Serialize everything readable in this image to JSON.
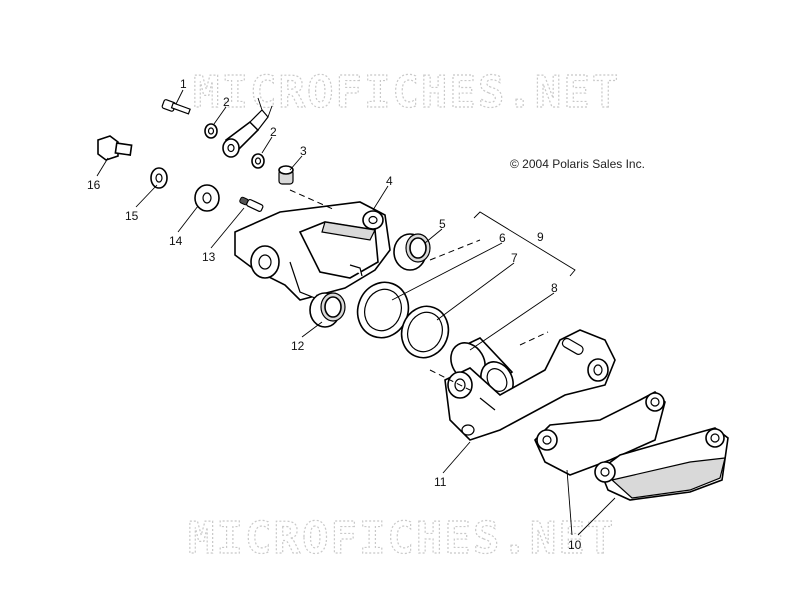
{
  "watermark": {
    "top_text": "MICROFICHES.NET",
    "bottom_text": "MICROFICHES.NET"
  },
  "copyright": "© 2004 Polaris Sales Inc.",
  "callouts": [
    "1",
    "2",
    "2",
    "3",
    "4",
    "5",
    "6",
    "7",
    "8",
    "9",
    "10",
    "11",
    "12",
    "13",
    "14",
    "15",
    "16"
  ]
}
